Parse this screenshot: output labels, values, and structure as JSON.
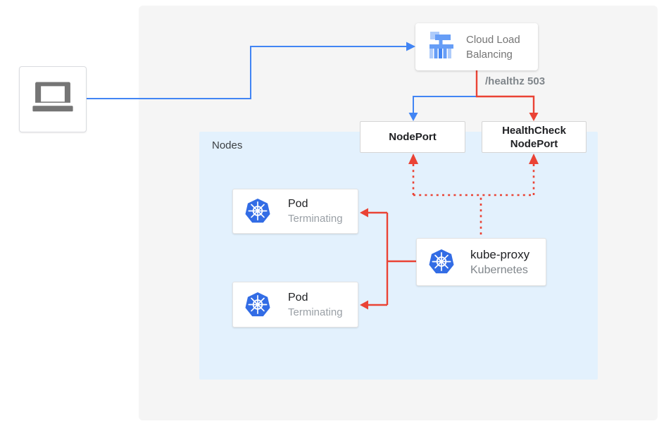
{
  "diagram": {
    "nodes_label": "Nodes",
    "healthz_label": "/healthz 503"
  },
  "client": {
    "icon": "laptop-icon"
  },
  "load_balancer": {
    "label": "Cloud Load Balancing",
    "icon": "cloud-load-balancing-icon"
  },
  "nodeport": {
    "label": "NodePort"
  },
  "healthcheck_nodeport": {
    "label": "HealthCheck NodePort"
  },
  "kube_proxy": {
    "title": "kube-proxy",
    "subtitle": "Kubernetes",
    "icon": "kubernetes-icon"
  },
  "pods": [
    {
      "title": "Pod",
      "subtitle": "Terminating",
      "icon": "kubernetes-icon"
    },
    {
      "title": "Pod",
      "subtitle": "Terminating",
      "icon": "kubernetes-icon"
    }
  ],
  "edges": [
    {
      "from": "client",
      "to": "cloud-load-balancing",
      "color": "blue",
      "style": "solid"
    },
    {
      "from": "cloud-load-balancing",
      "to": "nodeport",
      "color": "blue",
      "style": "solid"
    },
    {
      "from": "cloud-load-balancing",
      "to": "healthcheck-nodeport",
      "color": "red",
      "style": "solid",
      "label": "/healthz 503"
    },
    {
      "from": "kube-proxy",
      "to": "pod-1",
      "color": "red",
      "style": "solid"
    },
    {
      "from": "kube-proxy",
      "to": "pod-2",
      "color": "red",
      "style": "solid"
    },
    {
      "from": "kube-proxy",
      "to": "nodeport",
      "color": "red",
      "style": "dotted"
    },
    {
      "from": "kube-proxy",
      "to": "healthcheck-nodeport",
      "color": "red",
      "style": "dotted"
    }
  ],
  "colors": {
    "blue_line": "#4285f4",
    "red_line": "#ea4335",
    "kubernetes_blue": "#326ce5",
    "panel_gray": "#f5f5f5",
    "nodes_blue": "#e3f1fd",
    "text_dark": "#202124",
    "text_gray": "#757575"
  }
}
